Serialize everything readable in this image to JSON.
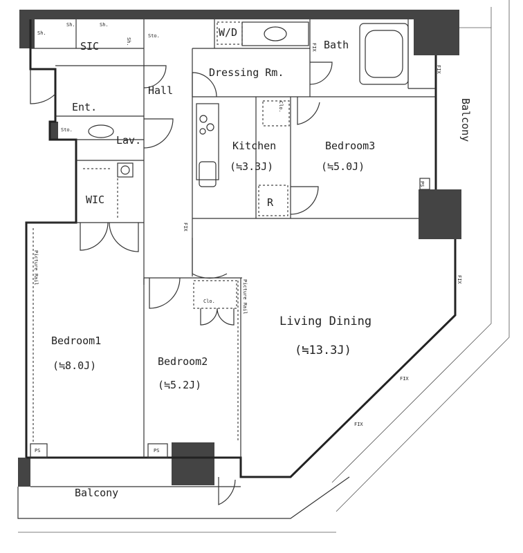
{
  "rooms": {
    "sic": "SIC",
    "sh1": "Sh.",
    "sh2": "Sh.",
    "sh3": "Sh.",
    "sh4": "Sh.",
    "sto1": "Sto.",
    "sto2": "Sto.",
    "wd": "W/D",
    "bath": "Bath",
    "dressing": "Dressing Rm.",
    "hall": "Hall",
    "ent": "Ent.",
    "lav": "Lav.",
    "wic": "WIC",
    "kitchen": "Kitchen",
    "kitchen_size": "(≒3.3J)",
    "bedroom3": "Bedroom3",
    "bedroom3_size": "(≒5.0J)",
    "clo_kitchen": "Clo.",
    "clo_bed2": "Clo.",
    "living": "Living Dining",
    "living_size": "(≒13.3J)",
    "bedroom1": "Bedroom1",
    "bedroom1_size": "(≒8.0J)",
    "bedroom2": "Bedroom2",
    "bedroom2_size": "(≒5.2J)",
    "balcony_south": "Balcony",
    "balcony_east": "Balcony",
    "r_mark": "R",
    "ps1": "PS",
    "ps2": "PS",
    "ps3": "PS",
    "fix1": "FIX",
    "fix2": "FIX",
    "fix3": "FIX",
    "fix4": "FIX",
    "fix5": "FIX",
    "fix6": "FIX",
    "picture_rail1": "Picture Rail",
    "picture_rail2": "Picture Rail"
  }
}
